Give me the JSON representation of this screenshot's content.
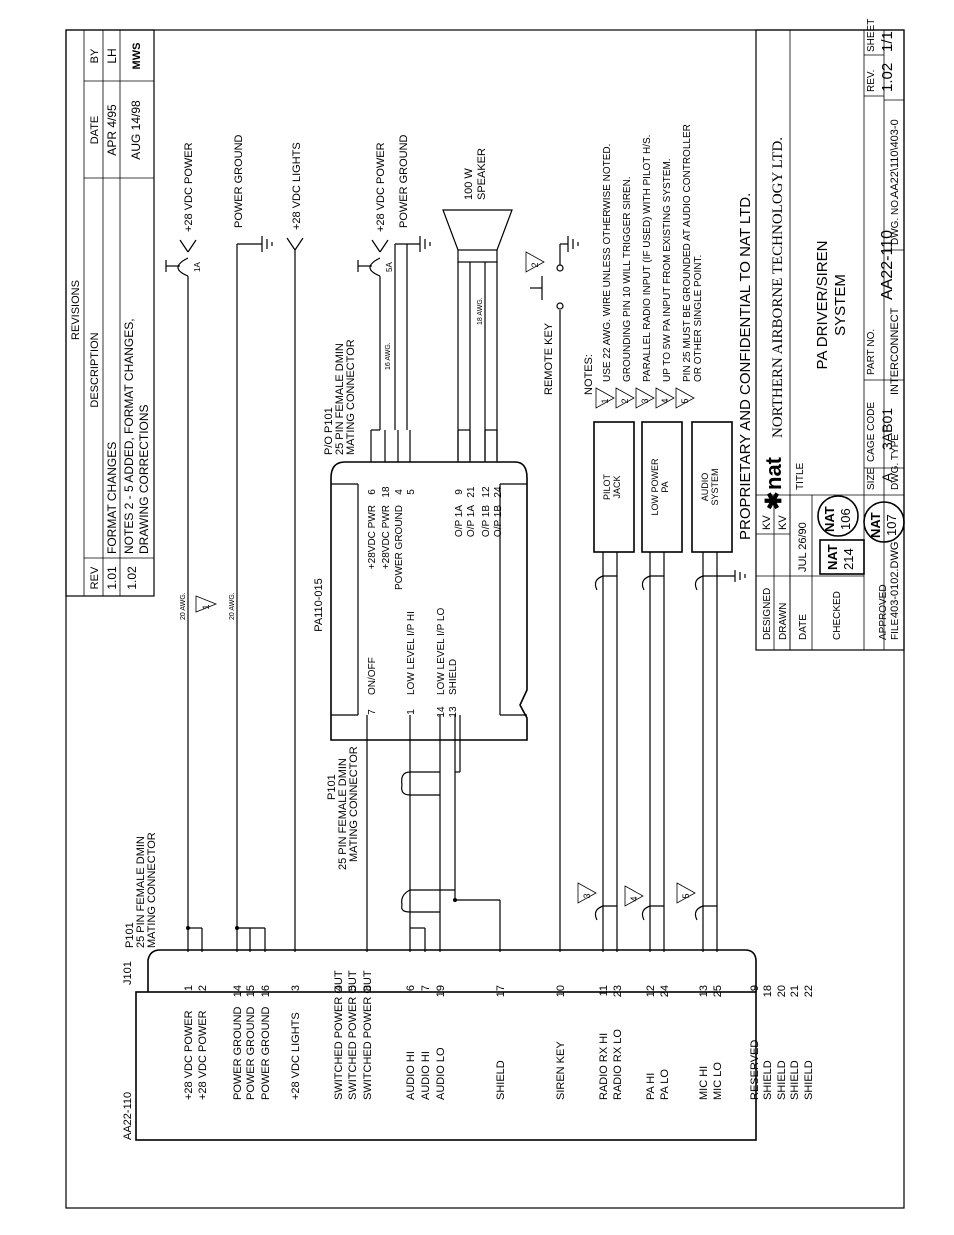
{
  "revisions": {
    "header": "REVISIONS",
    "col_rev": "REV",
    "col_desc": "DESCRIPTION",
    "col_date": "DATE",
    "col_by": "BY",
    "rows": [
      {
        "rev": "1.01",
        "desc1": "FORMAT CHANGES",
        "desc2": "",
        "date": "APR 4/95",
        "by": "LH"
      },
      {
        "rev": "1.02",
        "desc1": "NOTES 2 - 5 ADDED, FORMAT CHANGES,",
        "desc2": "DRAWING CORRECTIONS",
        "date": "AUG 14/98",
        "by": "MWS"
      }
    ]
  },
  "unit": {
    "name": "AA22-110",
    "connector": "J101",
    "pins": [
      {
        "label": "+28 VDC POWER",
        "pin": "1"
      },
      {
        "label": "+28 VDC POWER",
        "pin": "2"
      },
      {
        "label": "POWER GROUND",
        "pin": "14"
      },
      {
        "label": "POWER GROUND",
        "pin": "15"
      },
      {
        "label": "POWER GROUND",
        "pin": "16"
      },
      {
        "label": "+28 VDC LIGHTS",
        "pin": "3"
      },
      {
        "label": "SWITCHED POWER OUT",
        "pin": "4"
      },
      {
        "label": "SWITCHED POWER OUT",
        "pin": "5"
      },
      {
        "label": "SWITCHED POWER OUT",
        "pin": "8"
      },
      {
        "label": "AUDIO HI",
        "pin": "6"
      },
      {
        "label": "AUDIO HI",
        "pin": "7"
      },
      {
        "label": "AUDIO LO",
        "pin": "19"
      },
      {
        "label": "SHIELD",
        "pin": "17"
      },
      {
        "label": "SIREN KEY",
        "pin": "10"
      },
      {
        "label": "RADIO RX HI",
        "pin": "11"
      },
      {
        "label": "RADIO RX LO",
        "pin": "23"
      },
      {
        "label": "PA HI",
        "pin": "12"
      },
      {
        "label": "PA LO",
        "pin": "24"
      },
      {
        "label": "MIC HI",
        "pin": "13"
      },
      {
        "label": "MIC LO",
        "pin": "25"
      },
      {
        "label": "RESERVED",
        "pin": "9"
      },
      {
        "label": "SHIELD",
        "pin": "18"
      },
      {
        "label": "SHIELD",
        "pin": "20"
      },
      {
        "label": "SHIELD",
        "pin": "21"
      },
      {
        "label": "SHIELD",
        "pin": "22"
      }
    ]
  },
  "connectors": {
    "p101_a_1": "P101",
    "p101_a_2": "25 PIN FEMALE DMIN",
    "p101_a_3": "MATING CONNECTOR",
    "p101_b_1": "P101",
    "p101_b_2": "25 PIN FEMALE DMIN",
    "p101_b_3": "MATING CONNECTOR",
    "p101_c_1": "P/O P101",
    "p101_c_2": "25 PIN FEMALE DMIN",
    "p101_c_3": "MATING CONNECTOR"
  },
  "pa": {
    "name": "PA110-015",
    "left_pins": [
      {
        "pin": "7",
        "label": "ON/OFF"
      },
      {
        "pin": "1",
        "label": "LOW LEVEL I/P HI"
      },
      {
        "pin": "14",
        "label": "LOW LEVEL I/P LO"
      },
      {
        "pin": "13",
        "label": "SHIELD"
      }
    ],
    "right_pins": [
      {
        "pin": "6",
        "label": "+28VDC PWR"
      },
      {
        "pin": "18",
        "label": "+28VDC PWR"
      },
      {
        "pin": "4",
        "label": "POWER GROUND"
      },
      {
        "pin": "5",
        "label": ""
      },
      {
        "pin": "9",
        "label": "O/P 1A"
      },
      {
        "pin": "21",
        "label": "O/P 1A"
      },
      {
        "pin": "12",
        "label": "O/P 1B"
      },
      {
        "pin": "24",
        "label": "O/P 1B"
      }
    ]
  },
  "wires": {
    "awg20": "20 AWG.",
    "awg16": "16 AWG.",
    "awg18": "18 AWG.",
    "fuse1": "1A",
    "fuse5": "5A",
    "pwr28": "+28 VDC POWER",
    "pgnd": "POWER GROUND",
    "lights": "+28 VDC LIGHTS",
    "pwr28b": "+28 VDC POWER",
    "pgndb": "POWER GROUND",
    "speaker1": "100 W",
    "speaker2": "SPEAKER",
    "remote_key": "REMOTE KEY"
  },
  "devices": {
    "pilot1": "PILOT",
    "pilot2": "JACK",
    "lowpa1": "LOW POWER",
    "lowpa2": "PA",
    "audio1": "AUDIO",
    "audio2": "SYSTEM"
  },
  "notes": {
    "title": "NOTES:",
    "items": [
      {
        "num": "1",
        "text": "USE 22 AWG. WIRE UNLESS OTHERWISE NOTED."
      },
      {
        "num": "2",
        "text": "GROUNDING PIN 10 WILL TRIGGER SIREN."
      },
      {
        "num": "3",
        "text": "PARALLEL RADIO INPUT (IF USED) WITH PILOT H/S."
      },
      {
        "num": "4",
        "text": "UP TO 5W PA INPUT FROM EXISTING SYSTEM."
      },
      {
        "num": "5",
        "text": "PIN 25 MUST BE GROUNDED AT AUDIO CONTROLLER",
        "text2": "OR OTHER SINGLE POINT."
      }
    ]
  },
  "proprietary": "PROPRIETARY AND CONFIDENTIAL TO NAT LTD.",
  "titleblock": {
    "designed_label": "DESIGNED",
    "designed": "KV",
    "drawn_label": "DRAWN",
    "drawn": "KV",
    "date_label": "DATE",
    "date": "JUL 26/90",
    "checked_label": "CHECKED",
    "approved_label": "APPROVED",
    "file_label": "FILE",
    "file": "403-0102.DWG",
    "stamp1_a": "NAT",
    "stamp1_b": "214",
    "stamp2_a": "NAT",
    "stamp2_b": "106",
    "stamp3_a": "NAT",
    "stamp3_b": "107",
    "logo": "nat",
    "company": "NORTHERN AIRBORNE TECHNOLOGY LTD.",
    "title_label": "TITLE",
    "title1": "PA DRIVER/SIREN",
    "title2": "SYSTEM",
    "size_label": "SIZE",
    "size": "A",
    "cage_label": "CAGE CODE",
    "cage": "3AB01",
    "part_label": "PART NO.",
    "part": "AA22-110",
    "rev_label": "REV.",
    "rev": "1.02",
    "sheet_label": "SHEET",
    "sheet": "1/1",
    "dwgtype_label": "DWG. TYPE",
    "dwgtype": "INTERCONNECT",
    "dwgno_label": "DWG. NO.",
    "dwgno": "AA22\\110\\403-0"
  }
}
